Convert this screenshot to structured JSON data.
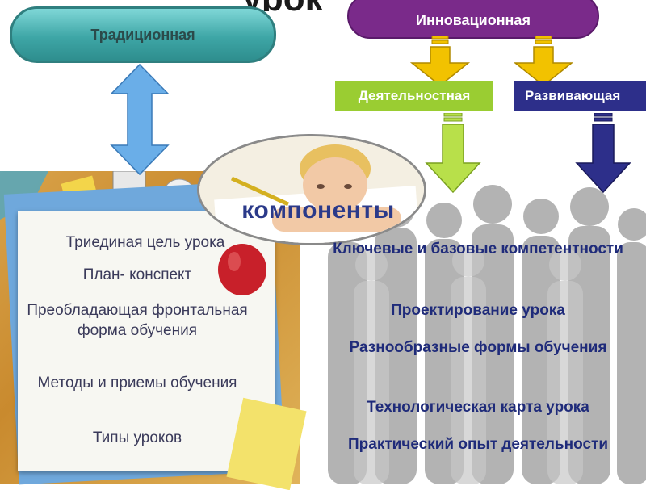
{
  "title_partial": "урок",
  "traditional": {
    "label": "Традиционная"
  },
  "innovative": {
    "label": "Инновационная"
  },
  "activity": {
    "label": "Деятельностная"
  },
  "developing": {
    "label": "Развивающая"
  },
  "center": {
    "label": "компоненты"
  },
  "left_list": [
    "Триединая цель урока",
    "План- конспект",
    "Преобладающая фронтальная форма обучения",
    "Методы и приемы обучения",
    "Типы уроков"
  ],
  "right_list": [
    "Ключевые и базовые компетентности",
    "Проектирование урока",
    "Разнообразные формы обучения",
    "Технологическая карта урока",
    "Практический опыт деятельности"
  ],
  "colors": {
    "traditional": "#3ea6a6",
    "innovative": "#7a2a8a",
    "activity": "#9acd32",
    "developing": "#2d2f8a",
    "arrow_blue": "#6aaee8",
    "arrow_yellow": "#f2c200",
    "arrow_green": "#b8e04a",
    "arrow_navy": "#2d2f8a",
    "right_text": "#1f2b7a"
  },
  "icons": {
    "double_arrow": "double-vertical-arrow-icon",
    "down_arrow": "down-arrow-icon",
    "child_photo": "child-drawing-photo",
    "people": "people-silhouettes"
  }
}
